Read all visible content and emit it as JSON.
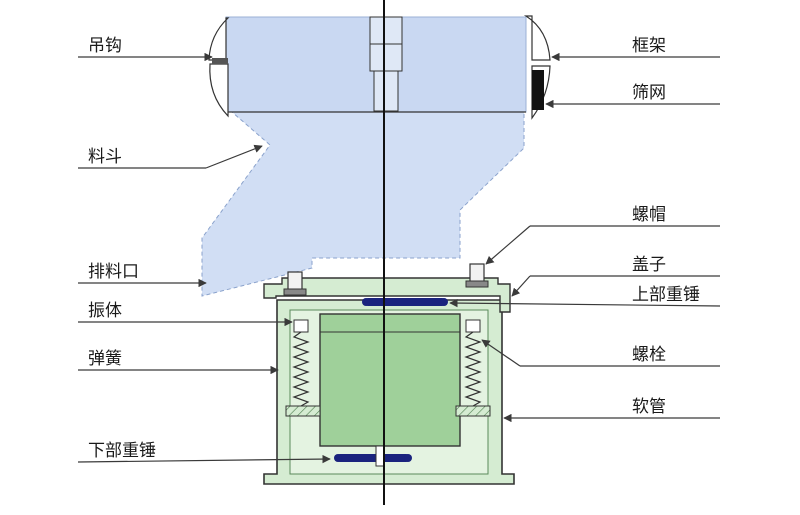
{
  "labels": {
    "hook": "吊钩",
    "hopper": "料斗",
    "discharge": "排料口",
    "vibrator_body": "振体",
    "spring": "弹簧",
    "lower_weight": "下部重锤",
    "frame": "框架",
    "screen_mesh": "筛网",
    "nut": "螺帽",
    "cover": "盖子",
    "upper_weight": "上部重锤",
    "bolt": "螺栓",
    "hose": "软管"
  },
  "colors": {
    "hopper_fill": "#c9d8f2",
    "body_fill": "#d5ecd2",
    "motor_fill": "#9fd09a",
    "weight_fill": "#1a237e",
    "outline": "#333333"
  }
}
